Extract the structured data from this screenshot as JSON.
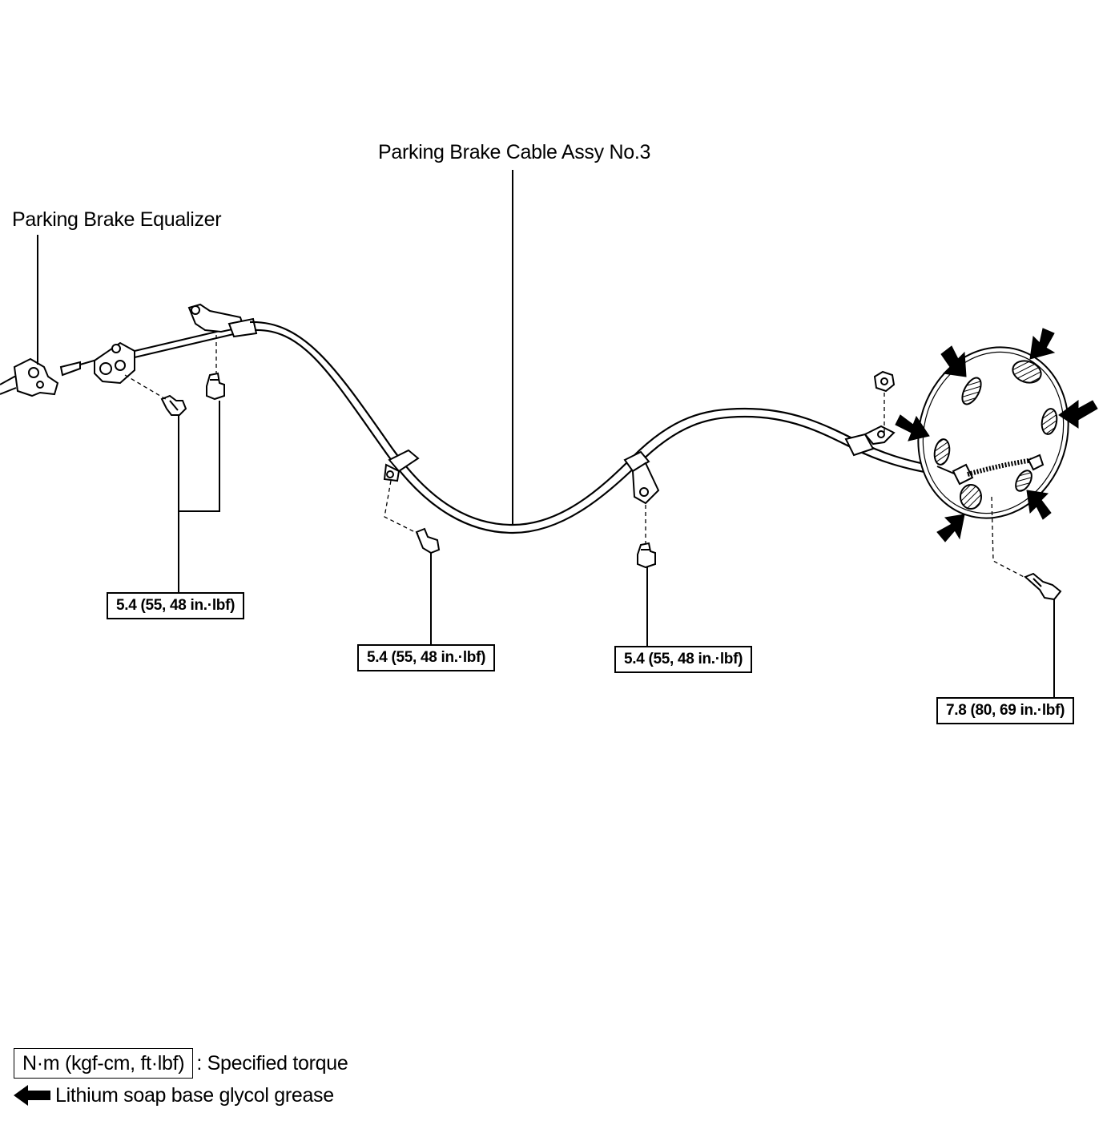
{
  "labels": {
    "cable": "Parking Brake Cable Assy No.3",
    "equalizer": "Parking Brake Equalizer"
  },
  "torques": {
    "bracket_left": "5.4 (55, 48 in.·lbf)",
    "clamp_mid_left": "5.4 (55, 48 in.·lbf)",
    "clamp_mid_right": "5.4 (55, 48 in.·lbf)",
    "backing_plate": "7.8 (80, 69 in.·lbf)"
  },
  "legend": {
    "torque_unit": "N·m (kgf-cm, ft·lbf)",
    "torque_desc": ": Specified torque",
    "grease_desc": "Lithium soap base glycol grease"
  },
  "colors": {
    "line": "#000000",
    "background": "#ffffff"
  }
}
